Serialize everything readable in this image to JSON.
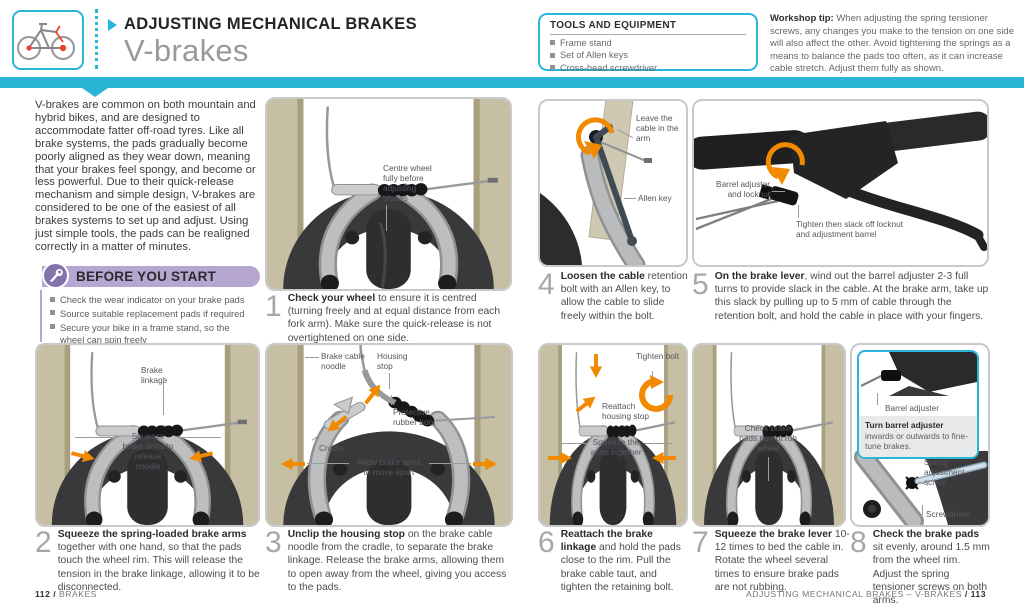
{
  "header": {
    "kicker": "ADJUSTING MECHANICAL BRAKES",
    "title": "V-brakes"
  },
  "icons": {
    "header_bike": "bike-icon",
    "before_you_start": "wrench-icon"
  },
  "tools": {
    "title": "TOOLS AND EQUIPMENT",
    "items": [
      "Frame stand",
      "Set of Allen keys",
      "Cross-head screwdriver"
    ]
  },
  "workshop_tip": {
    "label": "Workshop tip:",
    "text": " When adjusting the spring tensioner screws, any changes you make to the tension on one side will also affect the other. Avoid tightening the springs as a means to balance the pads too often, as it can increase cable stretch. Adjust them fully as shown."
  },
  "intro": "V-brakes are common on both mountain and hybrid bikes, and are designed to accommodate fatter off-road tyres. Like all brake systems, the pads gradually become poorly aligned as they wear down, meaning that your brakes feel spongy, and become or less powerful. Due to their quick-release mechanism and simple design, V-brakes are considered to be one of the easiest of all brakes systems to set up and adjust. Using just simple tools, the pads can be realigned correctly in a matter of minutes.",
  "before_you_start": {
    "title": "BEFORE YOU START",
    "items": [
      "Check the wear indicator on your brake pads",
      "Source suitable replacement pads if required",
      "Secure your bike in a frame stand, so the wheel can spin freely"
    ]
  },
  "steps": [
    {
      "num": "1",
      "lead": "Check your wheel",
      "text": " to ensure it is centred (turning freely and at equal distance from each fork arm). Make sure the quick-release is not overtightened on one side.",
      "ann": [
        "Centre wheel fully before adjusting brakes"
      ]
    },
    {
      "num": "2",
      "lead": "Squeeze the spring-loaded brake arms",
      "text": " together with one hand, so that the pads touch the wheel rim. This will release the tension in the brake linkage, allowing it to be disconnected.",
      "ann": [
        "Brake linkage",
        "Squeeze brake arms to release noodle"
      ]
    },
    {
      "num": "3",
      "lead": "Unclip the housing stop",
      "text": " on the brake cable noodle from the cradle, to separate the brake linkage. Release the brake arms, allowing them to open away from the wheel, giving you access to the pads.",
      "ann": [
        "Brake cable noodle",
        "Housing stop",
        "Protective rubber boot",
        "Cradle",
        "Allow brake arms to move apart"
      ]
    },
    {
      "num": "4",
      "lead": "Loosen the cable",
      "text": " retention bolt with an Allen key, to allow the cable to slide freely within the bolt.",
      "ann": [
        "Leave the cable in the arm",
        "Allen key"
      ]
    },
    {
      "num": "5",
      "lead": "On the brake lever",
      "text": ", wind out the barrel adjuster 2-3 full turns to provide slack in the cable. At the brake arm, take up this slack by pulling up to 5 mm of cable through the retention bolt, and hold the cable in place with your fingers.",
      "ann": [
        "Barrel adjuster and locknut",
        "Tighten then slack off locknut and adjustment barrel"
      ]
    },
    {
      "num": "6",
      "lead": "Reattach the brake linkage",
      "text": " and hold the pads close to the rim. Pull the brake cable taut, and tighten the retaining bolt.",
      "ann": [
        "Tighten bolt",
        "Reattach housing stop",
        "Squeeze the arms together"
      ]
    },
    {
      "num": "7",
      "lead": "Squeeze the brake lever",
      "text": " 10-12 times to bed the cable in. Rotate the wheel several times to ensure brake pads are not rubbing.",
      "ann": [
        "Check brake pads do not rub wheel"
      ]
    },
    {
      "num": "8",
      "lead": "Check the brake pads",
      "text": " sit evenly, around 1.5 mm from the wheel rim. Adjust the spring tensioner screws on both arms.",
      "ann": [
        "Spring adjustment screw",
        "Screwdriver"
      ],
      "inset": {
        "label": "Barrel adjuster",
        "lead": "Turn barrel adjuster",
        "text": " inwards or outwards to fine-tune brakes."
      }
    }
  ],
  "footer": {
    "left_num": "112",
    "left_sep": "/",
    "left_label": "BRAKES",
    "right_label": "ADJUSTING MECHANICAL BRAKES – V-BRAKES",
    "right_sep": "/",
    "right_num": "113"
  },
  "colors": {
    "accent_cyan": "#29b6d6",
    "purple": "#b5a7d1",
    "orange": "#f28a00"
  }
}
